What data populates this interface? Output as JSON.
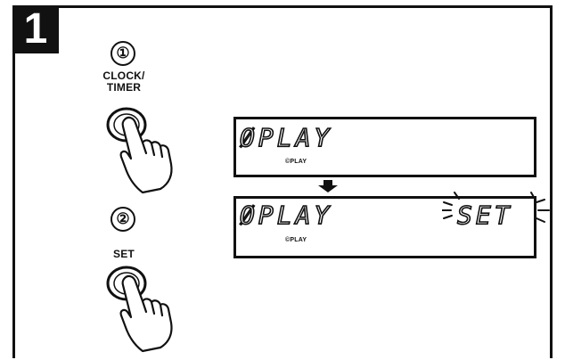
{
  "step": {
    "number": "1"
  },
  "steps": [
    {
      "marker": "①",
      "button_label_line1": "CLOCK/",
      "button_label_line2": "TIMER"
    },
    {
      "marker": "②",
      "button_label_line1": "SET",
      "button_label_line2": ""
    }
  ],
  "display_1": {
    "main": "ØPLAY",
    "indicator": "©PLAY"
  },
  "display_2": {
    "main": "ØPLAY",
    "indicator": "©PLAY",
    "blink_text": "SET"
  },
  "colors": {
    "ink": "#111111",
    "paper": "#ffffff"
  }
}
